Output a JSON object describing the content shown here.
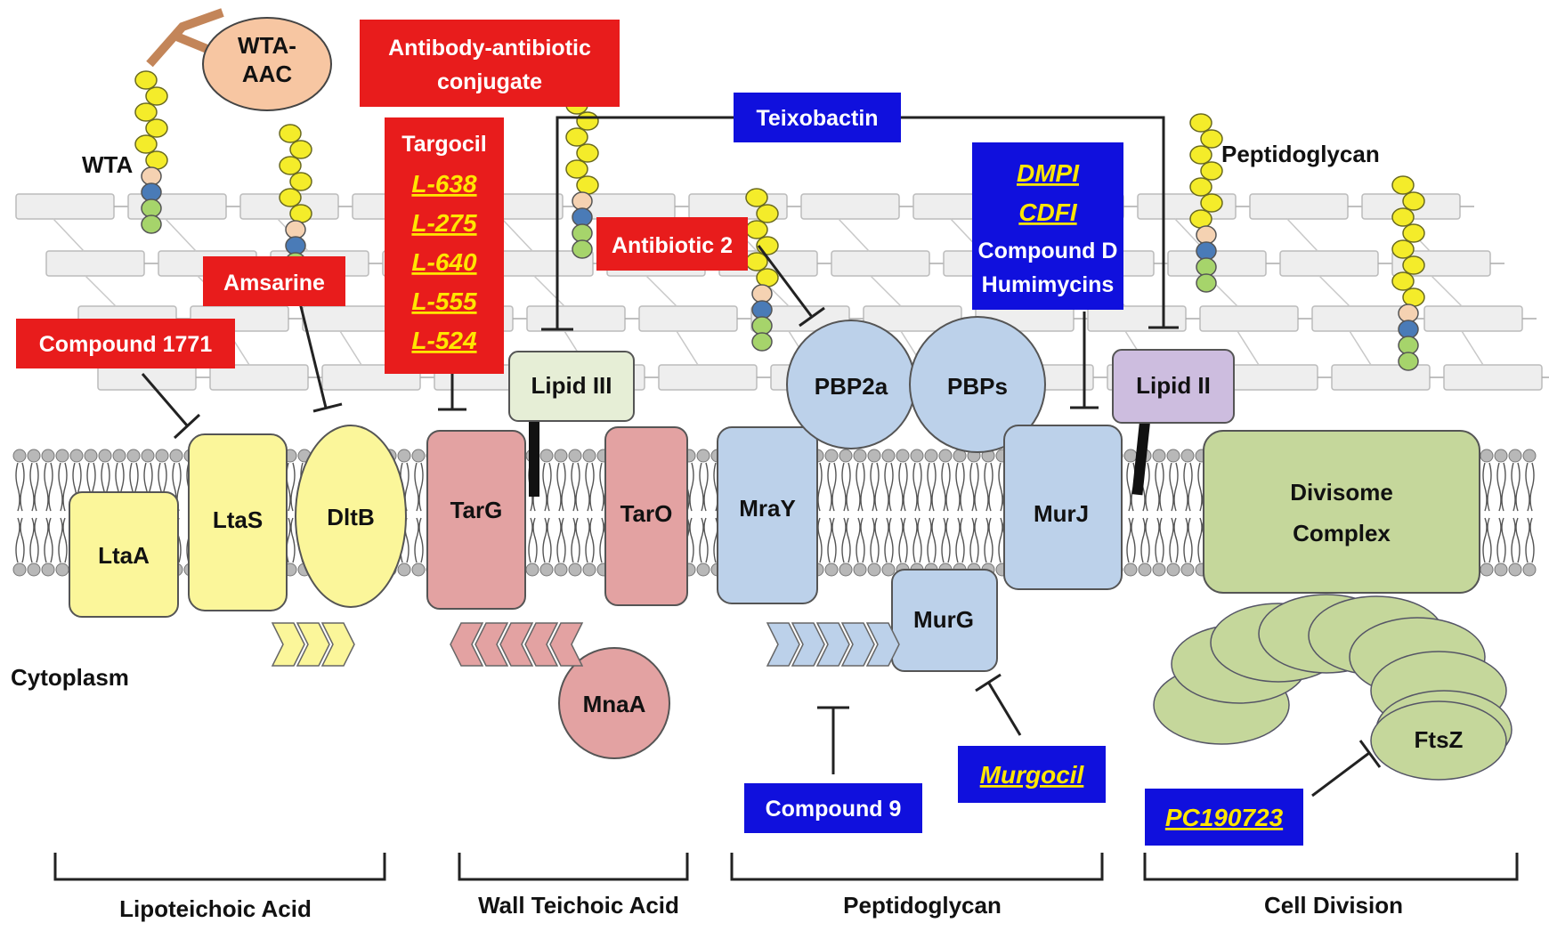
{
  "labels": {
    "wta": "WTA",
    "wta_aac_line1": "WTA-",
    "wta_aac_line2": "AAC",
    "peptidoglycan_top": "Peptidoglycan",
    "cytoplasm": "Cytoplasm"
  },
  "red_boxes": {
    "antibody_line1": "Antibody-antibiotic",
    "antibody_line2": "conjugate",
    "targocil": "Targocil",
    "targocil_analogs": [
      "L-638",
      "L-275",
      "L-640",
      "L-555",
      "L-524"
    ],
    "antibiotic2": "Antibiotic 2",
    "amsarine": "Amsarine",
    "compound1771": "Compound 1771"
  },
  "blue_boxes": {
    "teixobactin": "Teixobactin",
    "dmpi": "DMPI",
    "cdfi": "CDFI",
    "compound_d": "Compound D",
    "humimycins": "Humimycins",
    "compound9": "Compound 9",
    "murgocil": "Murgocil",
    "pc190723": "PC190723"
  },
  "proteins": {
    "ltaa": "LtaA",
    "ltas": "LtaS",
    "dltb": "DltB",
    "targ": "TarG",
    "taro": "TarO",
    "mnaa": "MnaA",
    "lipid3": "Lipid III",
    "mray": "MraY",
    "pbp2a": "PBP2a",
    "pbps": "PBPs",
    "murj": "MurJ",
    "murg": "MurG",
    "lipid2": "Lipid II",
    "divisome_line1": "Divisome",
    "divisome_line2": "Complex",
    "ftsz": "FtsZ"
  },
  "sections": [
    "Lipoteichoic Acid",
    "Wall Teichoic Acid",
    "Peptidoglycan",
    "Cell Division"
  ],
  "colors": {
    "inhibitor_red": "#e81c1c",
    "inhibitor_blue": "#1010dd",
    "analog_yellow": "#ffe600",
    "lta_yellow": "#fbf69a",
    "wta_pink": "#e3a2a2",
    "pg_blue": "#bcd1ea",
    "division_green": "#c5d79b",
    "lipid3_green": "#e6eed6",
    "lipid2_purple": "#cdbddf"
  }
}
